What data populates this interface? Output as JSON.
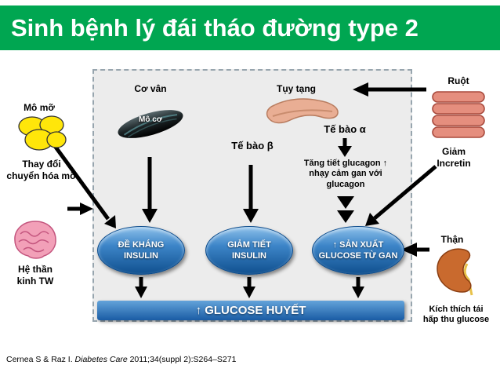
{
  "header": {
    "title": "Sinh bệnh lý đái tháo đường type 2"
  },
  "left_column": {
    "adipose_label": "Mô mỡ",
    "adipose_effect": "Thay đổi chuyển hóa mỡ",
    "cns_label": "Hệ thần kinh TW"
  },
  "box": {
    "muscle_region": "Cơ vân",
    "muscle_tissue": "Mô cơ",
    "pancreas": "Tụy tạng",
    "beta_cell": "Tế bào β",
    "alpha_cell": "Tế bào α",
    "glucagon_effect": "Tăng tiết glucagon ↑ nhạy cảm gan với glucagon",
    "ellipses": [
      {
        "line1": "ĐỀ KHÁNG",
        "line2": "INSULIN"
      },
      {
        "line1": "GIẢM TIẾT",
        "line2": "INSULIN"
      },
      {
        "line1": "↑ SẢN XUẤT",
        "line2": "GLUCOSE TỪ GAN"
      }
    ],
    "banner": "↑ GLUCOSE HUYẾT"
  },
  "right_column": {
    "intestine_label": "Ruột",
    "incretin_effect": "Giảm Incretin",
    "kidney_label": "Thận",
    "kidney_effect": "Kích thích tái hấp thu glucose"
  },
  "citation": {
    "prefix": "Cernea S & Raz I. ",
    "italic": "Diabetes Care",
    "suffix": " 2011;34(suppl 2):S264–S271"
  },
  "colors": {
    "header_green": "#00A651",
    "ellipse_blue": "#1A5FA8",
    "banner_blue": "#2B6FB0",
    "adipose_yellow": "#FFE60A",
    "box_gray": "#ECECEC"
  }
}
